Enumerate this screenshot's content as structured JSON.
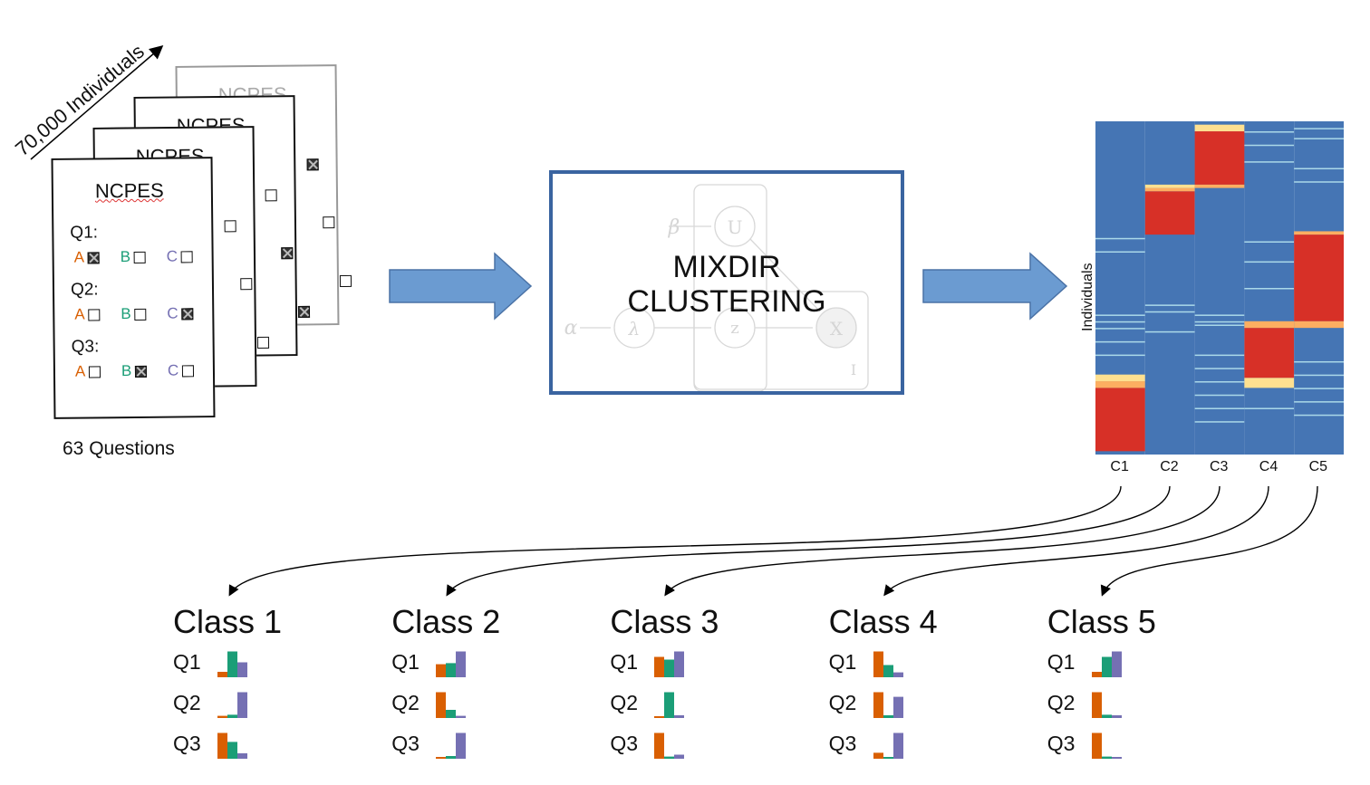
{
  "survey": {
    "individuals_label": "70,000 Individuals",
    "questions_label": "63 Questions",
    "card_title": "NCPES",
    "questions": [
      {
        "label": "Q1:",
        "options": [
          {
            "letter": "A",
            "checked": true
          },
          {
            "letter": "B",
            "checked": false
          },
          {
            "letter": "C",
            "checked": false
          }
        ]
      },
      {
        "label": "Q2:",
        "options": [
          {
            "letter": "A",
            "checked": false
          },
          {
            "letter": "B",
            "checked": false
          },
          {
            "letter": "C",
            "checked": true
          }
        ]
      },
      {
        "label": "Q3:",
        "options": [
          {
            "letter": "A",
            "checked": false
          },
          {
            "letter": "B",
            "checked": true
          },
          {
            "letter": "C",
            "checked": false
          }
        ]
      }
    ]
  },
  "model": {
    "title_line1": "MIXDIR",
    "title_line2": "CLUSTERING",
    "nodes": {
      "beta": "β",
      "u": "U",
      "alpha": "α",
      "lambda": "λ",
      "z": "z",
      "x": "X",
      "plate": "I"
    }
  },
  "heatmap": {
    "ylabel": "Individuals",
    "columns": [
      "C1",
      "C2",
      "C3",
      "C4",
      "C5"
    ]
  },
  "classes": [
    {
      "title": "Class 1",
      "questions": [
        {
          "label": "Q1",
          "values": [
            0.2,
            0.95,
            0.55
          ]
        },
        {
          "label": "Q2",
          "values": [
            0.08,
            0.12,
            0.95
          ]
        },
        {
          "label": "Q3",
          "values": [
            0.95,
            0.62,
            0.2
          ]
        }
      ]
    },
    {
      "title": "Class 2",
      "questions": [
        {
          "label": "Q1",
          "values": [
            0.48,
            0.52,
            0.95
          ]
        },
        {
          "label": "Q2",
          "values": [
            0.95,
            0.3,
            0.08
          ]
        },
        {
          "label": "Q3",
          "values": [
            0.05,
            0.1,
            0.95
          ]
        }
      ]
    },
    {
      "title": "Class 3",
      "questions": [
        {
          "label": "Q1",
          "values": [
            0.75,
            0.65,
            0.95
          ]
        },
        {
          "label": "Q2",
          "values": [
            0.05,
            0.95,
            0.1
          ]
        },
        {
          "label": "Q3",
          "values": [
            0.95,
            0.08,
            0.15
          ]
        }
      ]
    },
    {
      "title": "Class 4",
      "questions": [
        {
          "label": "Q1",
          "values": [
            0.95,
            0.45,
            0.18
          ]
        },
        {
          "label": "Q2",
          "values": [
            0.95,
            0.1,
            0.78
          ]
        },
        {
          "label": "Q3",
          "values": [
            0.22,
            0.06,
            0.95
          ]
        }
      ]
    },
    {
      "title": "Class 5",
      "questions": [
        {
          "label": "Q1",
          "values": [
            0.2,
            0.75,
            0.95
          ]
        },
        {
          "label": "Q2",
          "values": [
            0.95,
            0.12,
            0.1
          ]
        },
        {
          "label": "Q3",
          "values": [
            0.95,
            0.08,
            0.06
          ]
        }
      ]
    }
  ],
  "colors": {
    "option_a": "#d95f02",
    "option_b": "#1b9e77",
    "option_c": "#7570b3",
    "arrow_fill": "#6b9bd1",
    "arrow_stroke": "#4a72a6",
    "box_border": "#3a64a0",
    "heat_low": "#4575b4",
    "heat_high": "#d73027"
  }
}
